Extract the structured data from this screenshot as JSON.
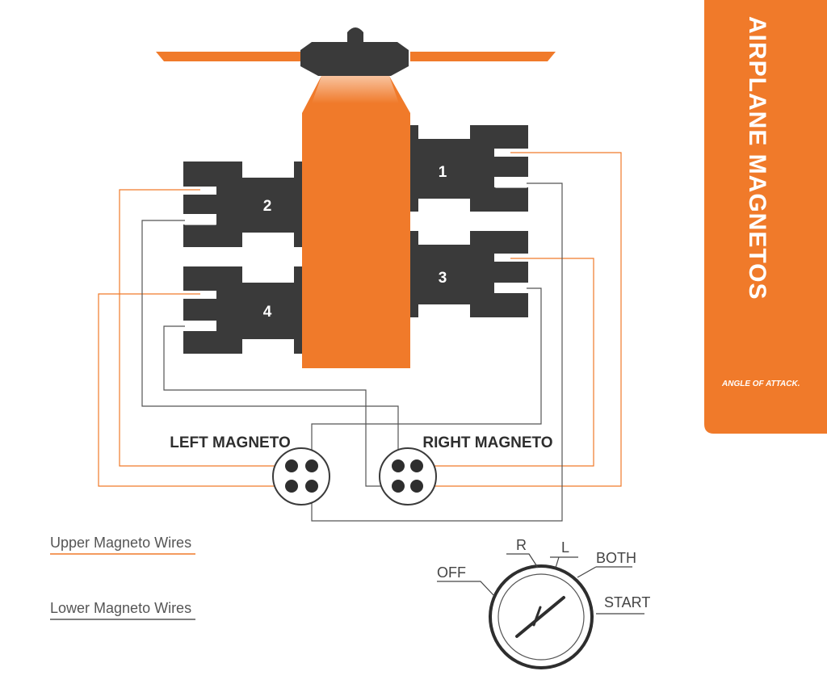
{
  "title": "AIRPLANE MAGNETOS",
  "logo": "ANGLE OF ATTACK.",
  "cylinders": [
    "1",
    "2",
    "3",
    "4"
  ],
  "magnetos": {
    "left": "LEFT MAGNETO",
    "right": "RIGHT MAGNETO"
  },
  "legend": {
    "upper": "Upper Magneto Wires",
    "lower": "Lower Magneto Wires"
  },
  "switch": {
    "off": "OFF",
    "r": "R",
    "l": "L",
    "both": "BOTH",
    "start": "START"
  },
  "colors": {
    "orange": "#f07a2a",
    "dark": "#3a3a3a",
    "wire_upper": "#f07a2a",
    "wire_lower": "#555555"
  }
}
